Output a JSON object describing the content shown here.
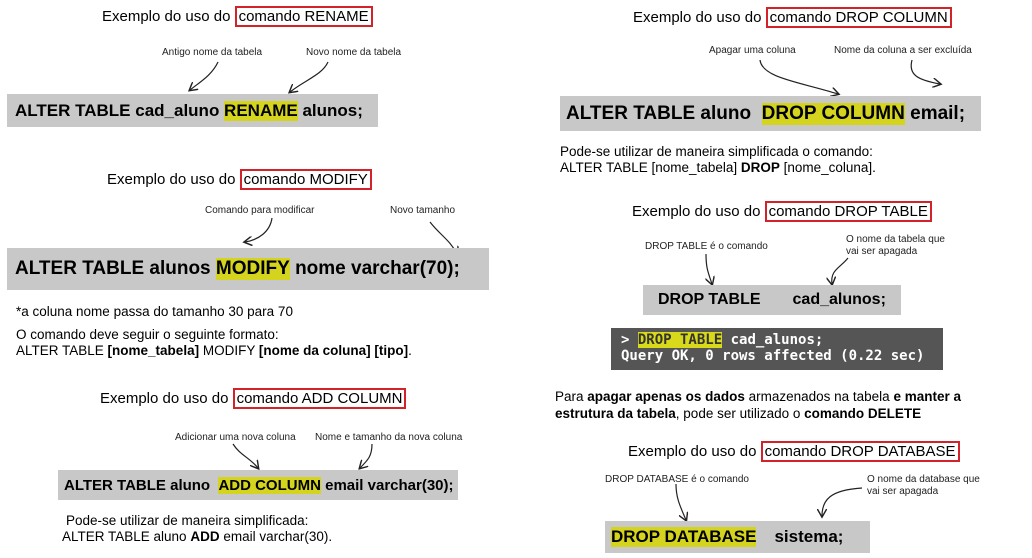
{
  "rename": {
    "title_prefix": "Exemplo do uso do ",
    "title_box": "comando RENAME",
    "note_left": "Antigo nome da tabela",
    "note_right": "Novo nome da tabela",
    "code_a": "ALTER TABLE cad_aluno ",
    "code_hl": "RENAME",
    "code_b": " alunos;"
  },
  "modify": {
    "title_prefix": "Exemplo do uso do ",
    "title_box": "comando MODIFY",
    "note_left": "Comando para modificar",
    "note_right": "Novo tamanho",
    "code_a": "ALTER TABLE alunos ",
    "code_hl": "MODIFY",
    "code_b": " nome varchar(70);",
    "footnote": "*a coluna nome passa do tamanho 30 para 70",
    "format_line1": "O comando deve seguir o seguinte formato:",
    "format_a": "ALTER TABLE ",
    "format_b": "[nome_tabela]",
    "format_c": " MODIFY ",
    "format_d": "[nome da coluna]",
    "format_e": " ",
    "format_f": "[tipo]",
    "format_g": "."
  },
  "add_column": {
    "title_prefix": "Exemplo do uso do ",
    "title_box": "comando ADD COLUMN",
    "note_left": "Adicionar uma nova coluna",
    "note_right": "Nome e tamanho da nova coluna",
    "code_a": "ALTER TABLE aluno  ",
    "code_hl": "ADD COLUMN",
    "code_b": " email varchar(30);",
    "simplified_line1": "Pode-se utilizar de maneira simplificada:",
    "simplified_a": "ALTER TABLE aluno ",
    "simplified_b": "ADD",
    "simplified_c": " email varchar(30)."
  },
  "drop_column": {
    "title_prefix": "Exemplo do uso do ",
    "title_box": "comando DROP COLUMN",
    "note_left": "Apagar uma coluna",
    "note_right": "Nome da coluna a ser excluída",
    "code_a": "ALTER TABLE aluno  ",
    "code_hl": "DROP COLUMN",
    "code_b": " email;",
    "simplified_line1": "Pode-se utilizar de maneira simplificada o comando:",
    "simplified_a": "ALTER TABLE [nome_tabela] ",
    "simplified_b": "DROP",
    "simplified_c": " [nome_coluna]."
  },
  "drop_table": {
    "title_prefix": "Exemplo do uso do ",
    "title_box": "comando DROP TABLE",
    "note_left": "DROP TABLE é o comando",
    "note_right_1": "O nome da tabela que",
    "note_right_2": "vai ser apagada",
    "code_a": "DROP TABLE",
    "code_b": "cad_alunos;",
    "term_prompt": "> ",
    "term_hl": "DROP TABLE",
    "term_rest": " cad_alunos;",
    "term_line2": "Query OK, 0 rows affected (0.22 sec)"
  },
  "delete_note": {
    "a": "Para ",
    "b": "apagar apenas os dados",
    "c": " armazenados na tabela ",
    "d": "e manter a",
    "e": "estrutura da tabela",
    "f": ", pode ser utilizado o ",
    "g": "comando DELETE"
  },
  "drop_database": {
    "title_prefix": "Exemplo do uso do ",
    "title_box": "comando DROP DATABASE",
    "note_left": "DROP DATABASE é o comando",
    "note_right_1": "O nome da database que",
    "note_right_2": "vai ser apagada",
    "code_hl": "DROP DATABASE",
    "code_b": "sistema;"
  },
  "colors": {
    "highlight": "#d4d41e",
    "code_background": "#c8c8c8",
    "title_border": "#d2232a",
    "terminal_background": "#555555"
  }
}
